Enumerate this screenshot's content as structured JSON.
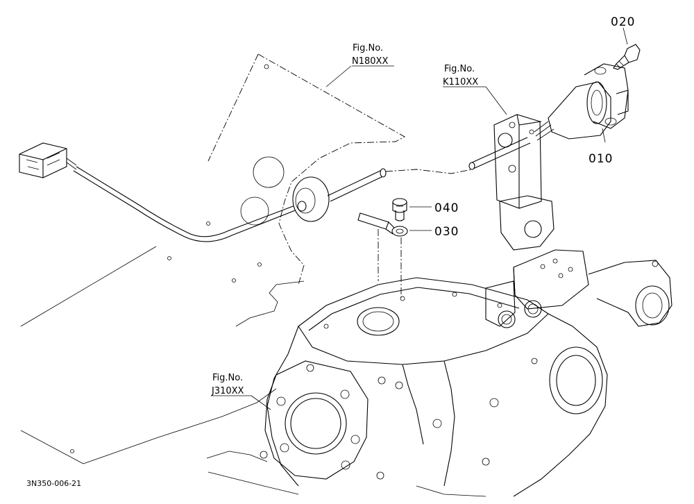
{
  "part_labels": {
    "p010": "010",
    "p020": "020",
    "p030": "030",
    "p040": "040"
  },
  "figure_refs": {
    "n180": {
      "title": "Fig.No.",
      "code": "N180XX"
    },
    "k110": {
      "title": "Fig.No.",
      "code": "K110XX"
    },
    "j310": {
      "title": "Fig.No.",
      "code": "J310XX"
    }
  },
  "drawing_code": "3N350-006-21"
}
